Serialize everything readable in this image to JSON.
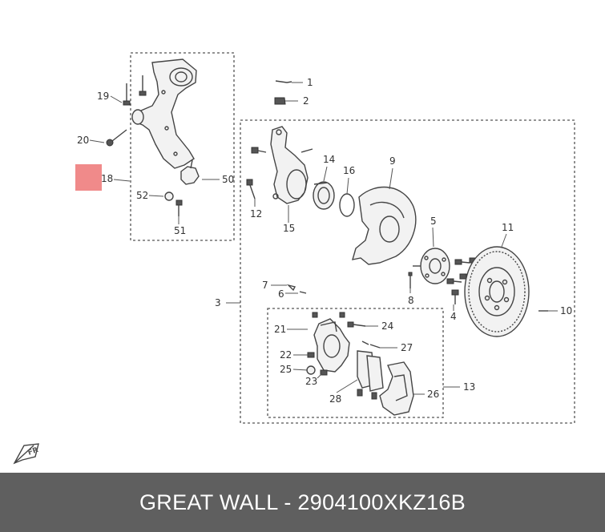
{
  "colors": {
    "footer_background": "#5f5f5f",
    "footer_text": "#ffffff",
    "marker": "#f08a8a",
    "line": "#444444"
  },
  "callouts": {
    "c1": "1",
    "c2": "2",
    "c3": "3",
    "c4": "4",
    "c5": "5",
    "c6": "6",
    "c7": "7",
    "c8": "8",
    "c9": "9",
    "c10": "10",
    "c11": "11",
    "c12": "12",
    "c13": "13",
    "c14": "14",
    "c15": "15",
    "c16": "16",
    "c18": "18",
    "c19": "19",
    "c20": "20",
    "c21": "21",
    "c22": "22",
    "c23": "23",
    "c24": "24",
    "c25": "25",
    "c26": "26",
    "c27": "27",
    "c28": "28",
    "c50": "50",
    "c51": "51",
    "c52": "52"
  },
  "compass": {
    "label": "FR",
    "icon": "front-direction-arrow-icon"
  },
  "footer": {
    "text": "GREAT WALL - 2904100XKZ16B"
  }
}
